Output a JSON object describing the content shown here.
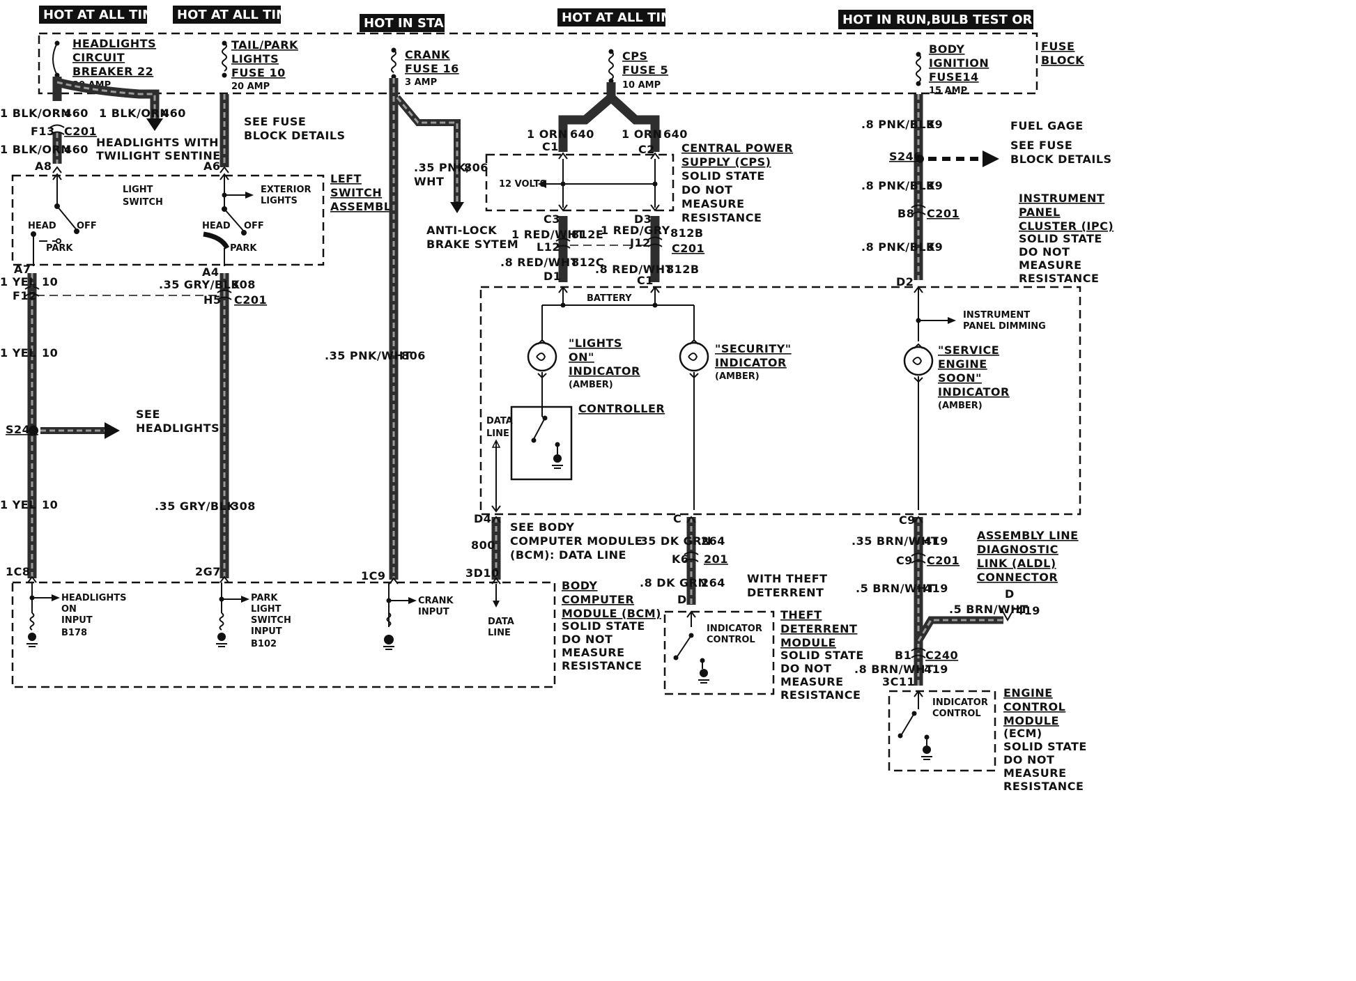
{
  "headers": {
    "h1": "HOT AT ALL TIMES",
    "h2": "HOT AT ALL TIMES",
    "h3": "HOT IN START",
    "h4": "HOT AT ALL TIMES",
    "h5": "HOT IN RUN,BULB TEST OR START"
  },
  "fuse_block": {
    "title1": "FUSE",
    "title2": "BLOCK",
    "f1": [
      "HEADLIGHTS",
      "CIRCUIT",
      "BREAKER 22",
      "20 AMP"
    ],
    "f2": [
      "TAIL/PARK",
      "LIGHTS",
      "FUSE 10",
      "20 AMP"
    ],
    "f3": [
      "CRANK",
      "FUSE 16",
      "3 AMP"
    ],
    "f4": [
      "CPS",
      "FUSE 5",
      "10 AMP"
    ],
    "f5": [
      "BODY",
      "IGNITION",
      "FUSE14",
      "15 AMP"
    ]
  },
  "col1": {
    "w1": "1 BLK/ORN",
    "n1": "460",
    "w1b": "1 BLK/ORN",
    "n1b": "460",
    "conn": "F13",
    "c201": "C201",
    "w2": "1 BLK/ORN",
    "n2": "460",
    "tw1": "HEADLIGHTS WITH",
    "tw2": "TWILIGHT SENTINEL",
    "a8": "A8",
    "a7": "A7",
    "w3": "1 YEL",
    "n3": "10",
    "f12": "F12",
    "w4": "1 YEL",
    "n4": "10",
    "s241": "S241",
    "see1": "SEE",
    "see2": "HEADLIGHTS",
    "w5": "1 YEL",
    "n5": "10",
    "c8": "1C8"
  },
  "switch": {
    "light1": "LIGHT",
    "light2": "SWITCH",
    "ext1": "EXTERIOR",
    "ext2": "LIGHTS",
    "head": "HEAD",
    "off": "OFF",
    "park": "PARK",
    "head2": "HEAD",
    "off2": "OFF",
    "park2": "PARK",
    "left1": "LEFT",
    "left2": "SWITCH",
    "left3": "ASSEMBLY"
  },
  "col2": {
    "see1": "SEE FUSE",
    "see2": "BLOCK DETAILS",
    "a6": "A6",
    "a4": "A4",
    "w1": ".35 GRY/BLK",
    "n1": "308",
    "h5": "H5",
    "c201": "C201",
    "w2": ".35 GRY/BLK",
    "n2": "308",
    "c297": "2G7"
  },
  "col3": {
    "w1": ".35 PNK/",
    "w1b": "WHT",
    "n1": "806",
    "abs1": "ANTI-LOCK",
    "abs2": "BRAKE SYTEM",
    "w2": ".35 PNK/WHT",
    "n2": "806",
    "c9": "1C9"
  },
  "cps": {
    "w1": "1 ORN",
    "n1": "640",
    "c1": "C1",
    "w2": "1 ORN",
    "n2": "640",
    "c2": "C2",
    "t1": "CENTRAL POWER",
    "t2": "SUPPLY (CPS)",
    "t3": "SOLID STATE",
    "t4": "DO NOT",
    "t5": "MEASURE",
    "t6": "RESISTANCE",
    "volts": "12 VOLTS",
    "c3": "C3",
    "d3": "D3",
    "w3": "1 RED/WHT",
    "n3": "812E",
    "w4": "1 RED/GRY",
    "n4": "812B",
    "l12": "L12",
    "j12": "J12",
    "c201": "C201",
    "w5": ".8 RED/WHT",
    "n5": "812C",
    "w6": ".8 RED/WHT",
    "n6": "812B",
    "d1": "D1",
    "c1b": "C1"
  },
  "ipc": {
    "battery": "BATTERY",
    "lights1": "\"LIGHTS",
    "lights2": "ON\"",
    "lights3": "INDICATOR",
    "amber1": "(AMBER)",
    "sec1": "\"SECURITY\"",
    "sec2": "INDICATOR",
    "amber2": "(AMBER)",
    "ses1": "\"SERVICE",
    "ses2": "ENGINE",
    "ses3": "SOON\"",
    "ses4": "INDICATOR",
    "amber3": "(AMBER)",
    "controller": "CONTROLLER",
    "data1": "DATA",
    "data2": "LINE",
    "dim1": "INSTRUMENT",
    "dim2": "PANEL DIMMING",
    "t1": "INSTRUMENT",
    "t2": "PANEL",
    "t3": "CLUSTER (IPC)",
    "t4": "SOLID STATE",
    "t5": "DO NOT",
    "t6": "MEASURE",
    "t7": "RESISTANCE",
    "d2": "D2"
  },
  "col4": {
    "d4": "D4",
    "n1": "800",
    "see1": "SEE BODY",
    "see2": "COMPUTER MODULE",
    "see3": "(BCM): DATA LINE",
    "c3010": "3D10"
  },
  "col5": {
    "c": "C",
    "w1": ".35 DK GRN",
    "n1": "264",
    "k6": "K6",
    "c201": "201",
    "w2": ".8 DK GRN",
    "n2": "264",
    "d": "D",
    "wt1": "WITH THEFT",
    "wt2": "DETERRENT"
  },
  "col6": {
    "w1": ".8 PNK/BLK",
    "n1": "39",
    "fg": "FUEL GAGE",
    "s246": "S246",
    "see1": "SEE FUSE",
    "see2": "BLOCK DETAILS",
    "w2": ".8 PNK/BLK",
    "n2": "39",
    "b8": "B8",
    "c201": "C201",
    "w3": ".8 PNK/BLK",
    "n3": "39",
    "c9": "C9",
    "w4": ".35 BRN/WHT",
    "n4": "419",
    "c9b": "C9",
    "c201b": "C201",
    "w5": ".5 BRN/WHT",
    "n5": "419",
    "w6": ".5 BRN/WHT",
    "n6": "419",
    "dd": "D",
    "b1": "B1",
    "c240": "C240",
    "w7": ".8 BRN/WHT",
    "n7": "419",
    "c3c11": "3C11",
    "aldl1": "ASSEMBLY LINE",
    "aldl2": "DIAGNOSTIC",
    "aldl3": "LINK (ALDL)",
    "aldl4": "CONNECTOR"
  },
  "bcm": {
    "hl1": "HEADLIGHTS",
    "hl2": "ON",
    "hl3": "INPUT",
    "hl4": "B178",
    "pk1": "PARK",
    "pk2": "LIGHT",
    "pk3": "SWITCH",
    "pk4": "INPUT",
    "pk5": "B102",
    "cr1": "CRANK",
    "cr2": "INPUT",
    "dl1": "DATA",
    "dl2": "LINE",
    "t1": "BODY",
    "t2": "COMPUTER",
    "t3": "MODULE (BCM)",
    "t4": "SOLID STATE",
    "t5": "DO NOT",
    "t6": "MEASURE",
    "t7": "RESISTANCE"
  },
  "tdm": {
    "ic1": "INDICATOR",
    "ic2": "CONTROL",
    "t1": "THEFT",
    "t2": "DETERRENT",
    "t3": "MODULE",
    "t4": "SOLID STATE",
    "t5": "DO NOT",
    "t6": "MEASURE",
    "t7": "RESISTANCE"
  },
  "ecm": {
    "ic1": "INDICATOR",
    "ic2": "CONTROL",
    "t1": "ENGINE",
    "t2": "CONTROL",
    "t3": "MODULE",
    "t4": "(ECM)",
    "t5": "SOLID STATE",
    "t6": "DO NOT",
    "t7": "MEASURE",
    "t8": "RESISTANCE"
  }
}
